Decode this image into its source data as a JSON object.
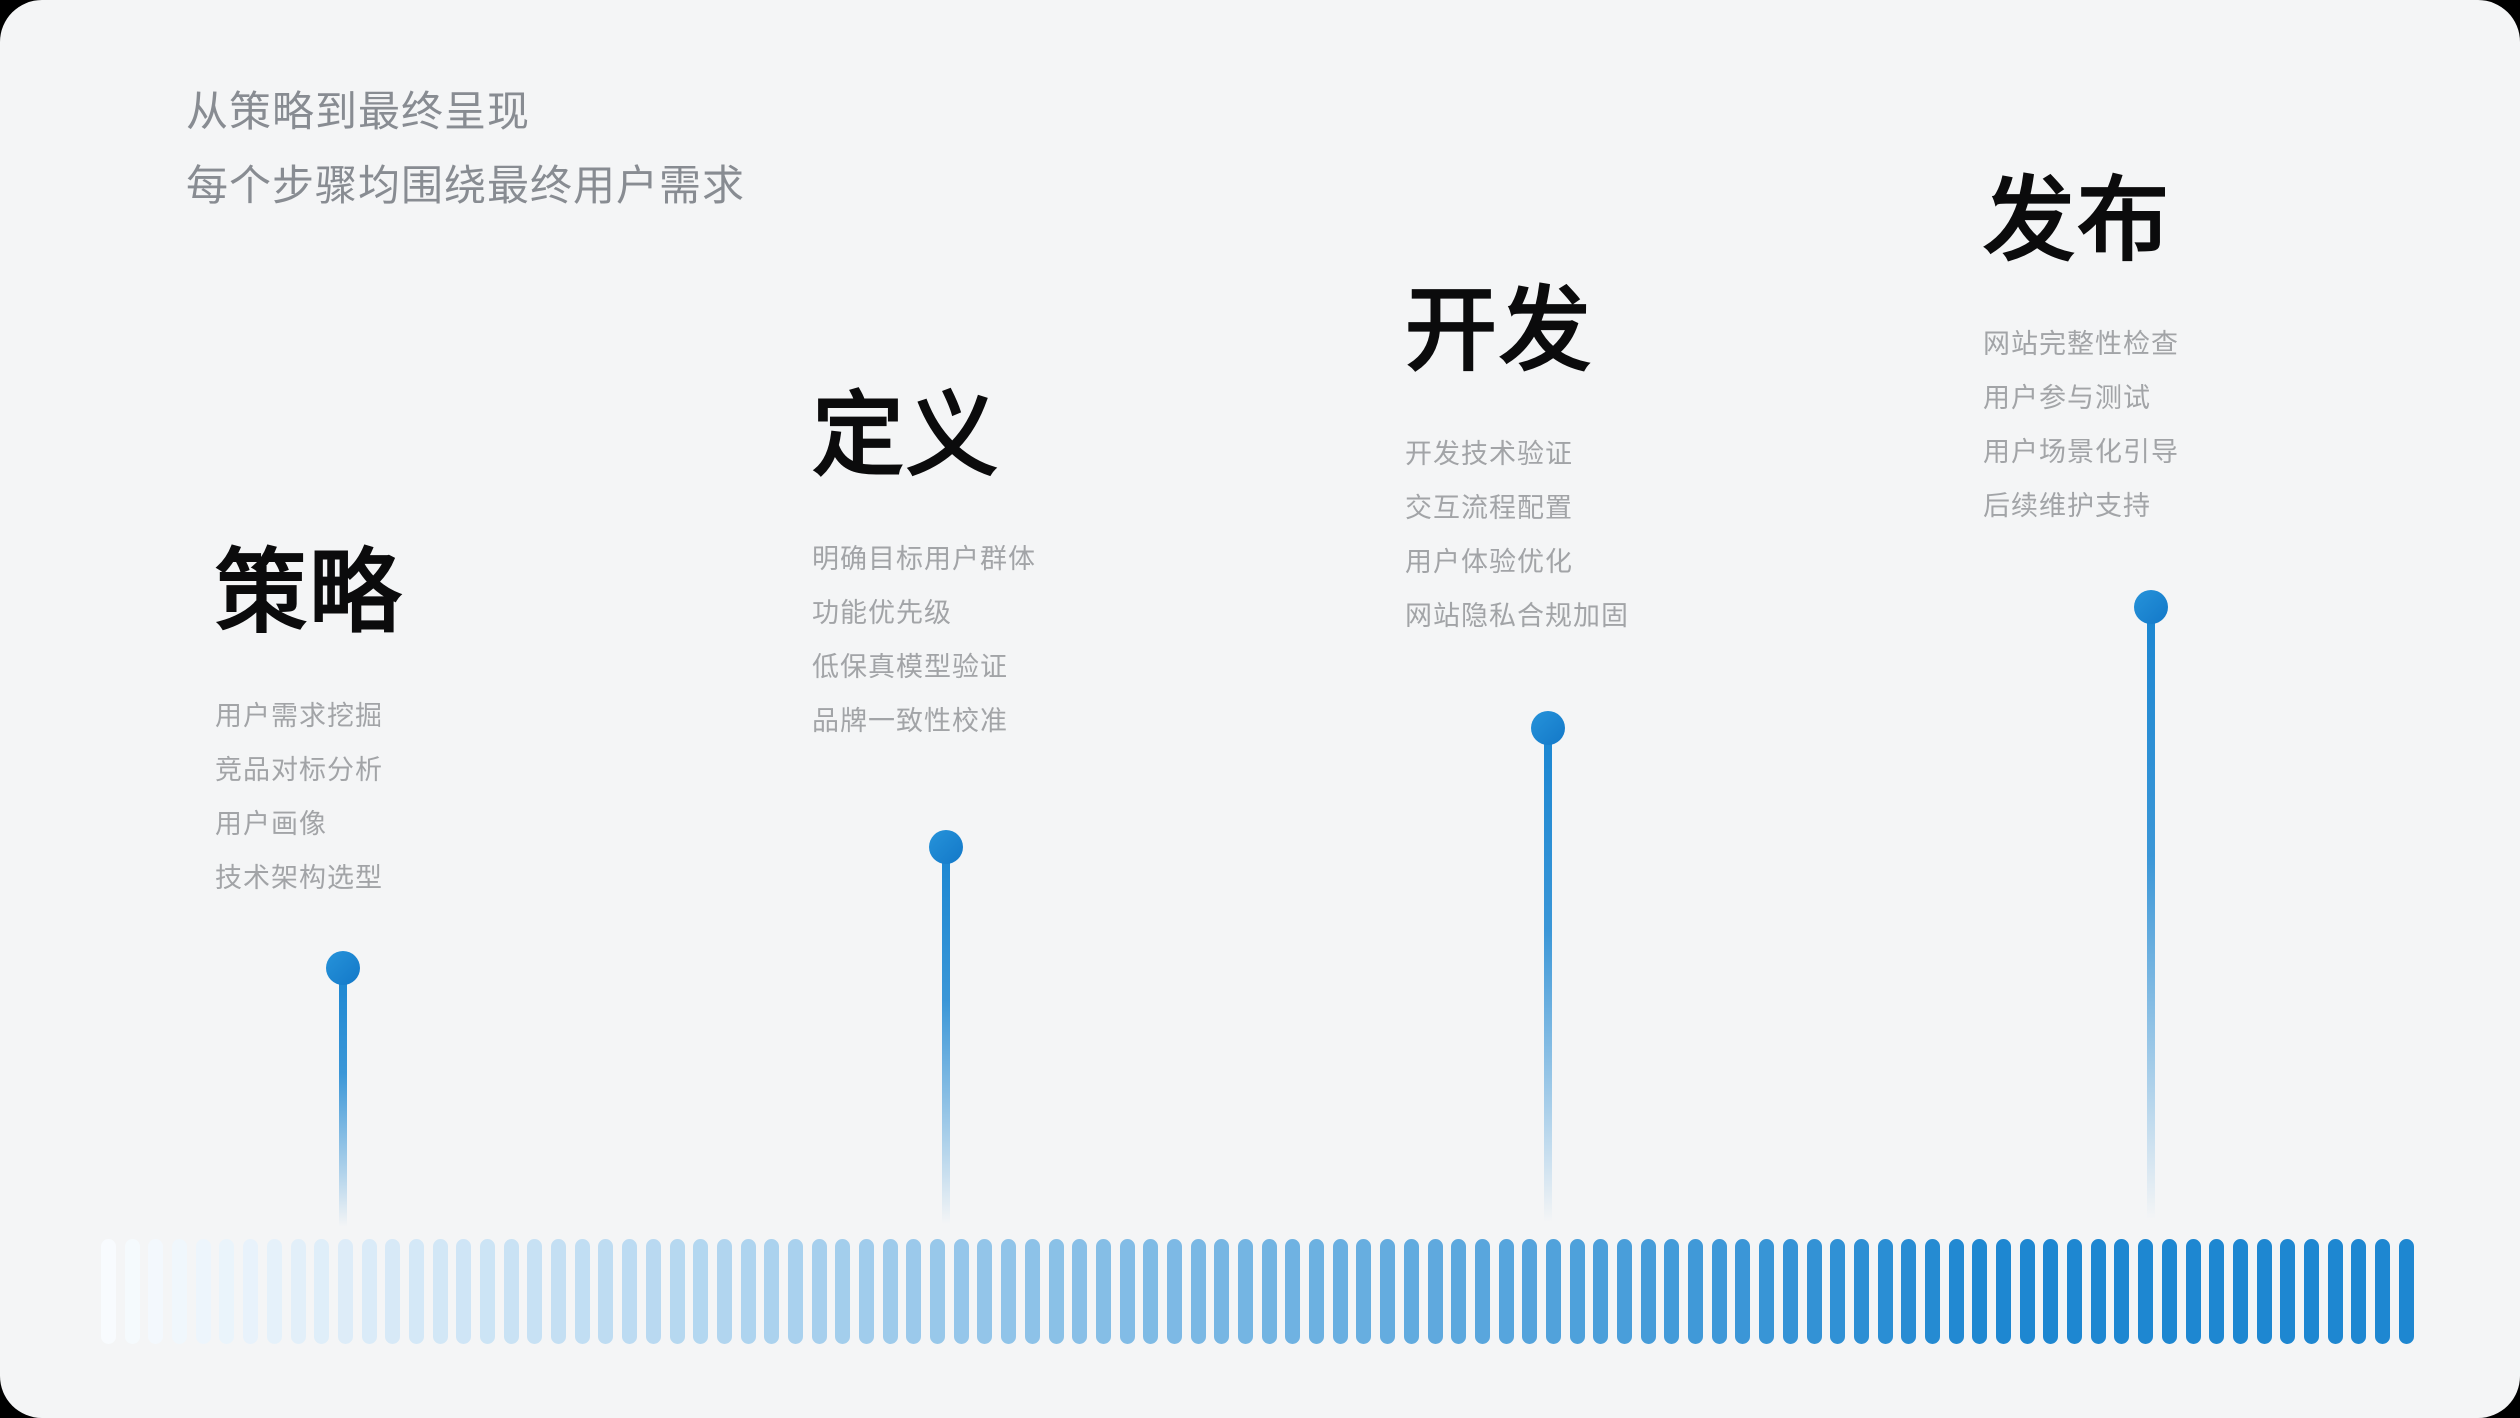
{
  "page": {
    "outside_background": "#000000",
    "card_background": "#F4F5F6"
  },
  "colors": {
    "accent_blue": "#1A86D2",
    "title_text": "#0B0B0C",
    "subtitle_text": "#888C92",
    "item_text": "#A2A4A7",
    "stripe_gradient_start": "#F8FBFE",
    "stripe_gradient_end": "#1E87D1"
  },
  "header": {
    "subtitle_line1": "从策略到最终呈现",
    "subtitle_line2": "每个步骤均围绕最终用户需求"
  },
  "timeline": {
    "stripe_count": 98,
    "stages": [
      {
        "title": "策略",
        "items": [
          "用户需求挖掘",
          "竞品对标分析",
          "用户画像",
          "技术架构选型"
        ]
      },
      {
        "title": "定义",
        "items": [
          "明确目标用户群体",
          "功能优先级",
          "低保真模型验证",
          "品牌一致性校准"
        ]
      },
      {
        "title": "开发",
        "items": [
          "开发技术验证",
          "交互流程配置",
          "用户体验优化",
          "网站隐私合规加固"
        ]
      },
      {
        "title": "发布",
        "items": [
          "网站完整性检查",
          "用户参与测试",
          "用户场景化引导",
          "后续维护支持"
        ]
      }
    ]
  }
}
